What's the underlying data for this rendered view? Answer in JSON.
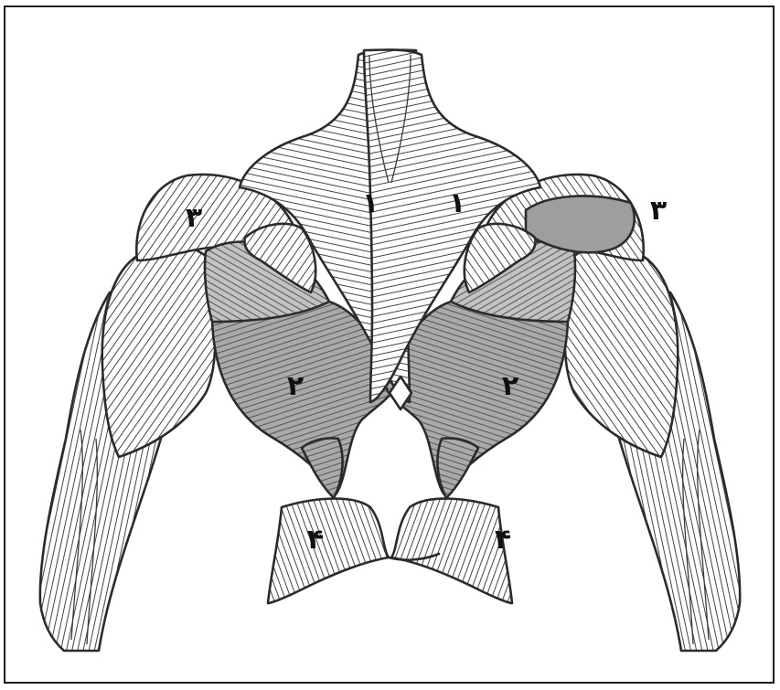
{
  "figure": {
    "labels": {
      "left_trapezius": "۱",
      "right_trapezius": "۱",
      "left_latissimus": "۲",
      "right_latissimus": "۲",
      "left_deltoid": "۳",
      "right_deltoid": "۳",
      "left_gluteal": "۴",
      "right_gluteal": "۴"
    },
    "colors": {
      "outline": "#2b2b2b",
      "striation": "#3a3a3a",
      "light_fill": "#ffffff",
      "medium_fill": "#bdbdbd",
      "dark_fill": "#9e9e9e"
    }
  }
}
